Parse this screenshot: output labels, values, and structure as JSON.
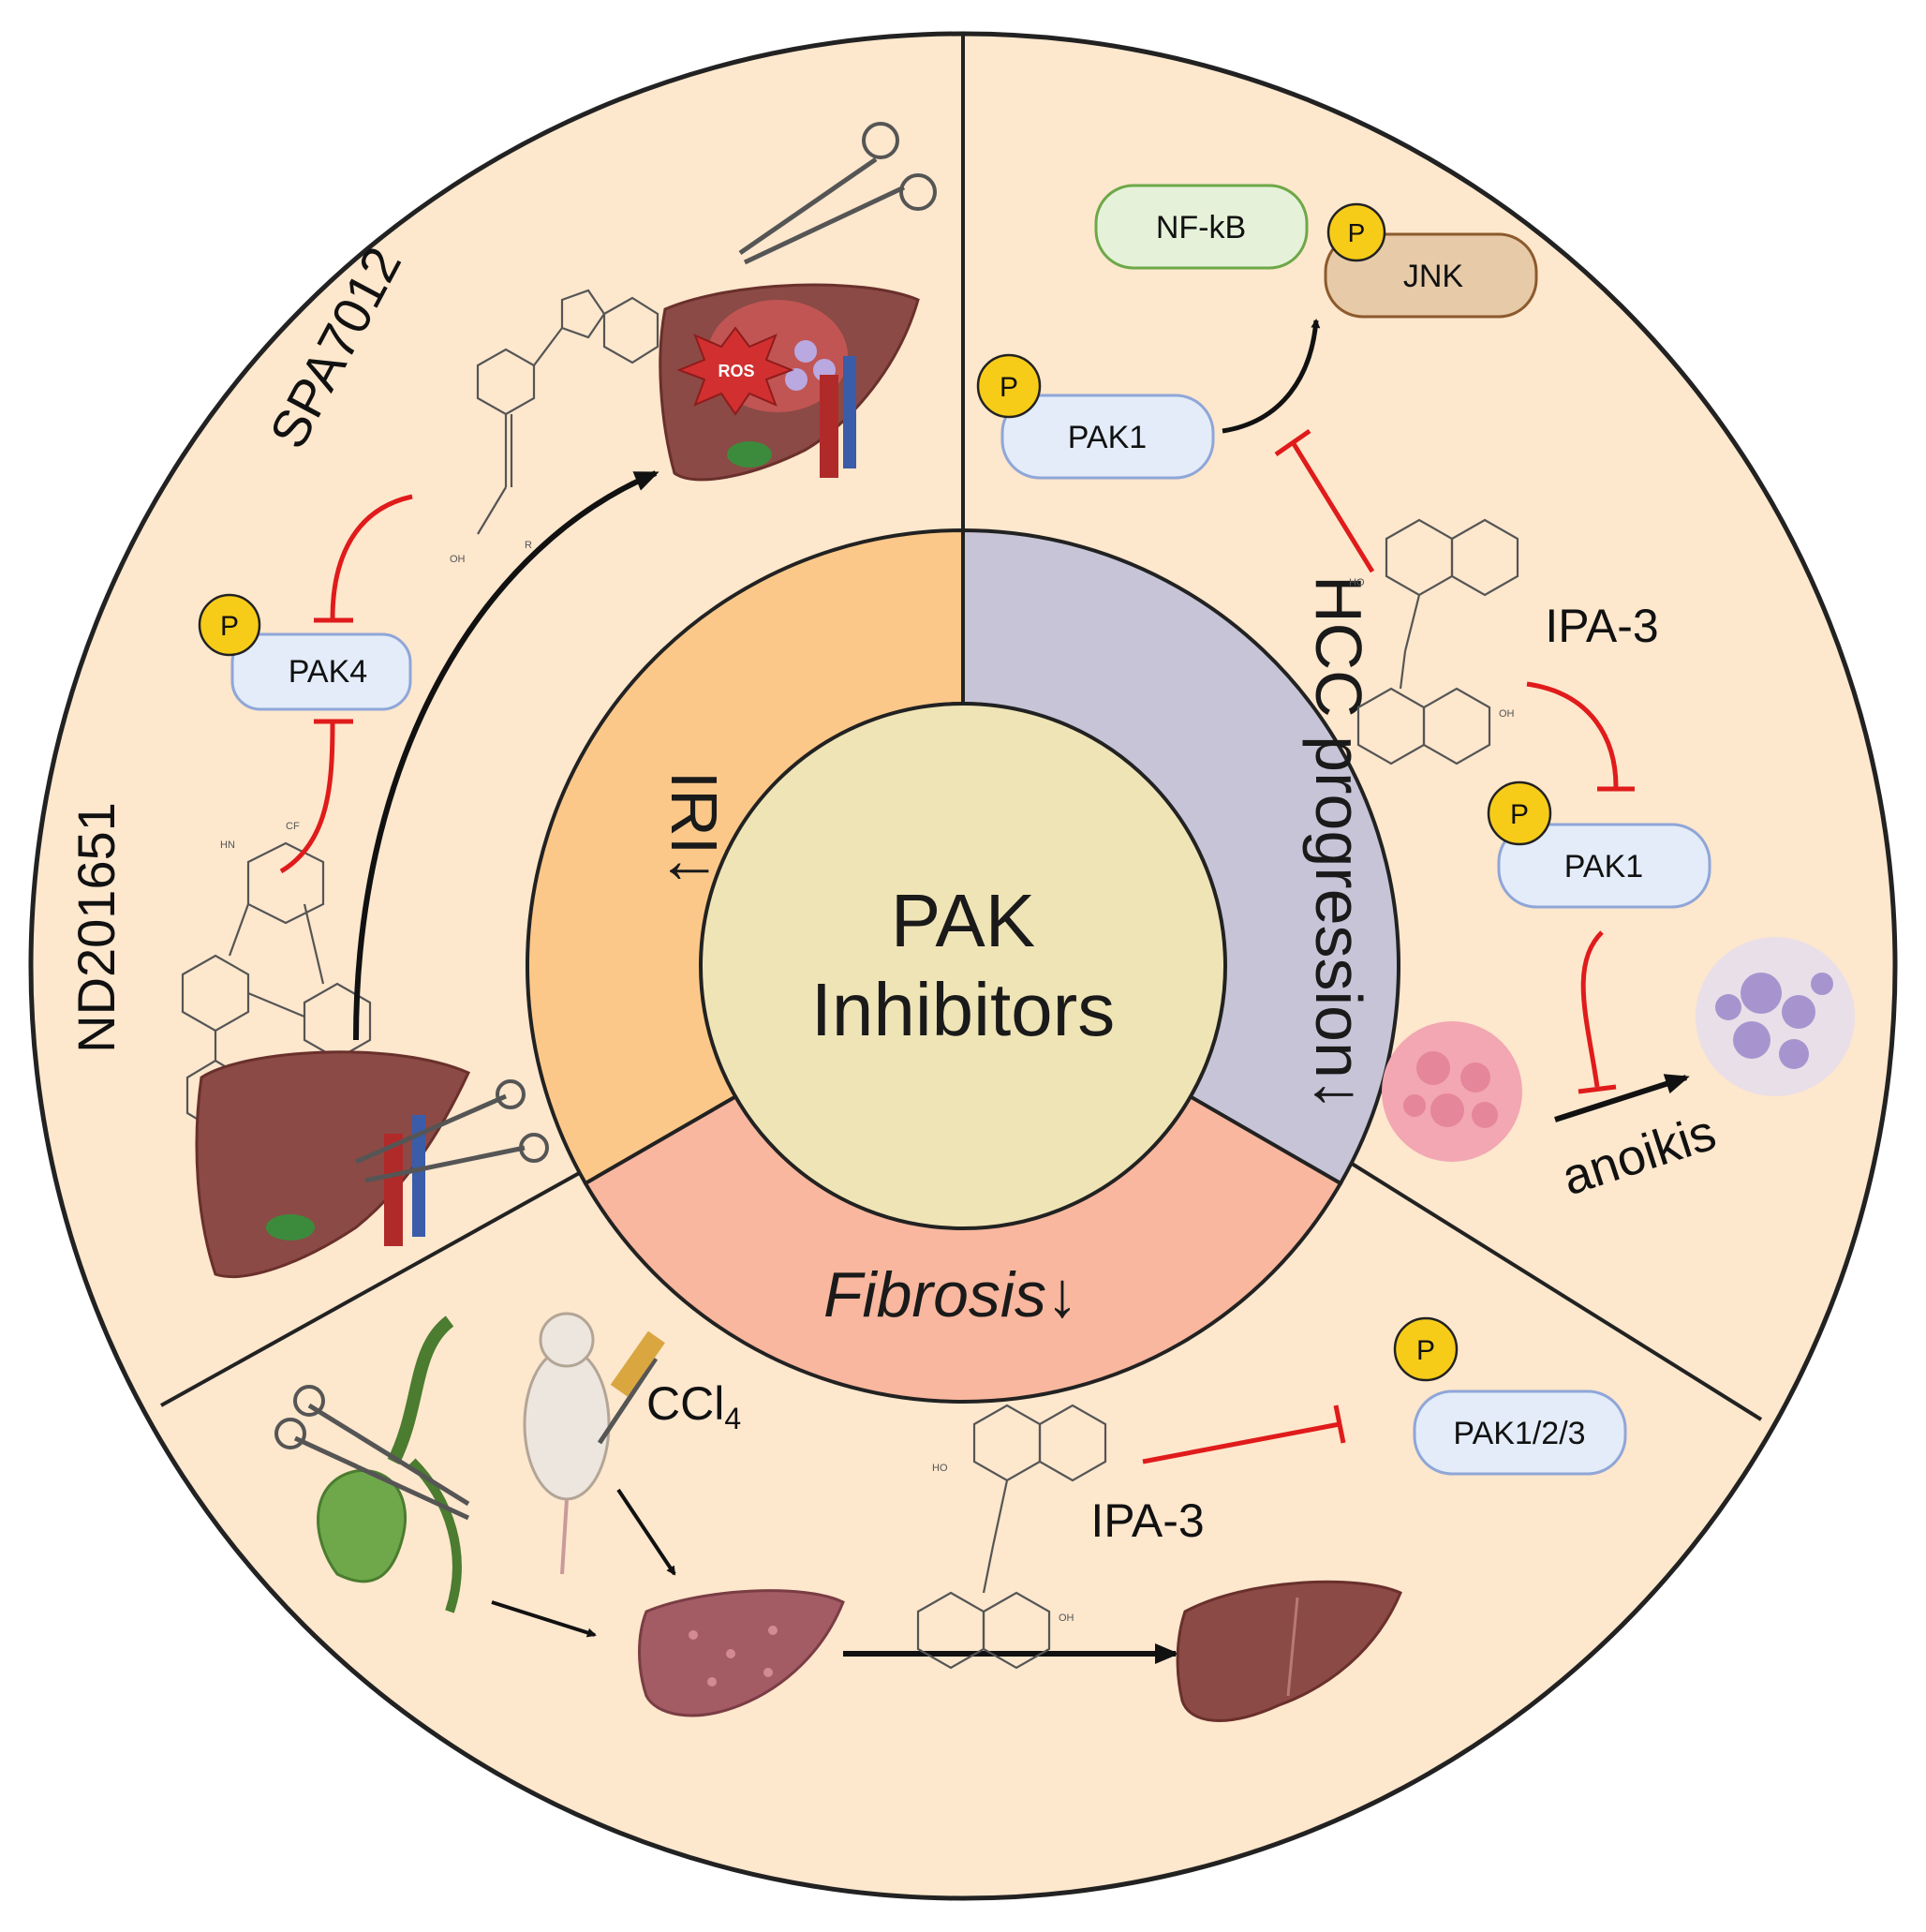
{
  "center": {
    "line1": "PAK",
    "line2": "Inhibitors"
  },
  "ring": {
    "iri": "IRI↓",
    "hcc": "HCC progression↓",
    "fibrosis": "Fibrosis↓"
  },
  "phospho_label": "P",
  "iri_section": {
    "drug_top": "SPA7012",
    "drug_side": "ND201651",
    "target": "PAK4",
    "ros": "ROS"
  },
  "hcc_section": {
    "nfkb": "NF-kB",
    "jnk": "JNK",
    "pak_upper": "PAK1",
    "pak_lower": "PAK1",
    "drug": "IPA-3",
    "anoikis": "anoikis"
  },
  "fibrosis_section": {
    "toxin_main": "CCl",
    "toxin_sub": "4",
    "drug": "IPA-3",
    "target": "PAK1/2/3"
  },
  "colors": {
    "panel": "#fde7cd",
    "iri_ring": "#fbc88a",
    "hcc_ring": "#c6c4d6",
    "fib_ring": "#f8b79e",
    "center": "#efe4b6",
    "inhibit": "#e01b1b",
    "phospho": "#f7cc18",
    "pak_box": "#e3ecf8",
    "nfkb_box": "#e5f2d9",
    "jnk_box": "#e7caa8",
    "liver": "#8b4a45"
  }
}
